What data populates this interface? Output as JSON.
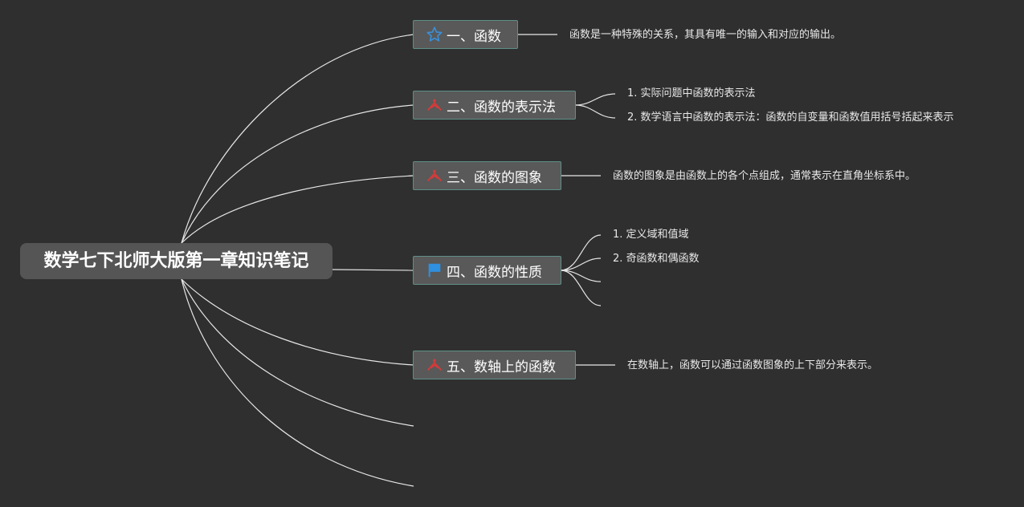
{
  "root": {
    "label": "数学七下北师大版第一章知识笔记"
  },
  "topics": [
    {
      "label": "一、函数",
      "icon": "star-icon",
      "icon_color": "#3a8fd8",
      "notes": [
        "函数是一种特殊的关系，其具有唯一的输入和对应的输出。"
      ]
    },
    {
      "label": "二、函数的表示法",
      "icon": "task-progress-icon",
      "icon_color": "#d33b3b",
      "notes": [
        "1. 实际问题中函数的表示法",
        "2. 数学语言中函数的表示法：函数的自变量和函数值用括号括起来表示"
      ]
    },
    {
      "label": "三、函数的图象",
      "icon": "task-progress-icon",
      "icon_color": "#d33b3b",
      "notes": [
        "函数的图象是由函数上的各个点组成，通常表示在直角坐标系中。"
      ]
    },
    {
      "label": "四、函数的性质",
      "icon": "flag-icon",
      "icon_color": "#2f8fe0",
      "notes": [
        "1. 定义域和值域",
        "2. 奇函数和偶函数"
      ]
    },
    {
      "label": "五、数轴上的函数",
      "icon": "task-progress-icon",
      "icon_color": "#d33b3b",
      "notes": [
        "在数轴上，函数可以通过函数图象的上下部分来表示。"
      ]
    }
  ]
}
